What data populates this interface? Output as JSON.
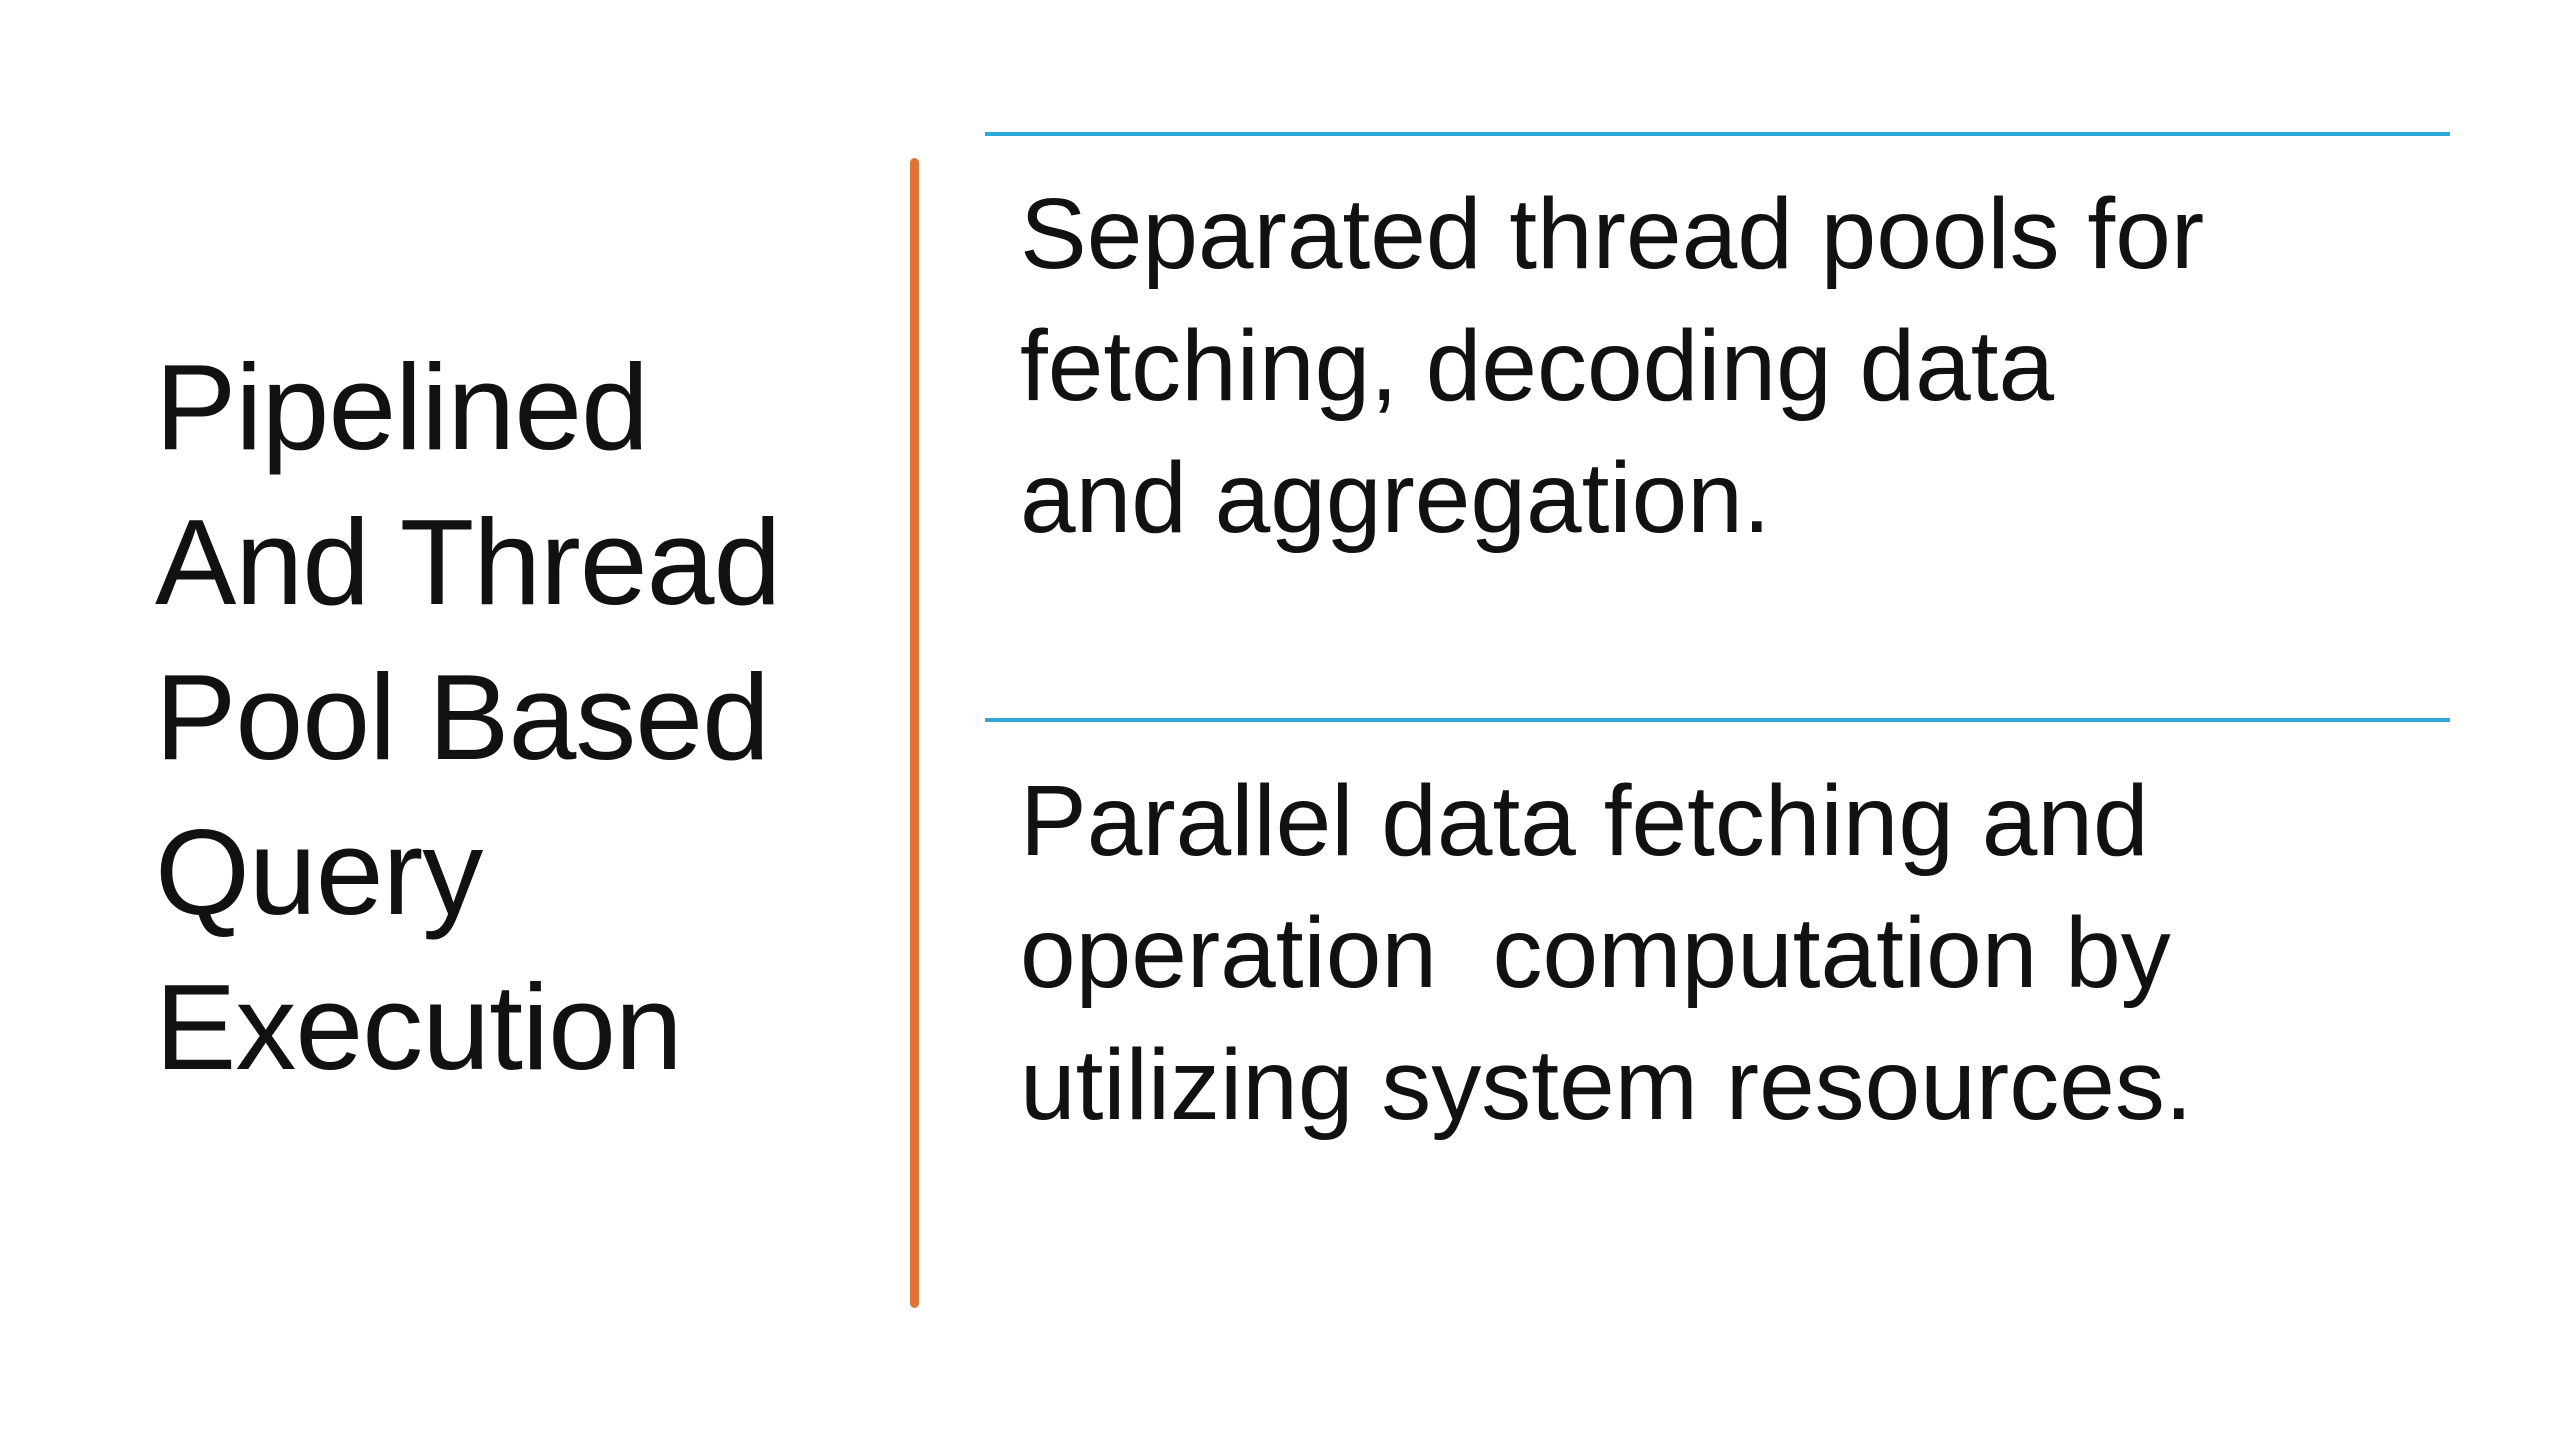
{
  "title_lines": [
    "Pipelined",
    "And Thread",
    "Pool Based",
    "Query",
    "Execution"
  ],
  "points": [
    {
      "lines": [
        "Separated thread pools for",
        "fetching, decoding data",
        "and aggregation."
      ]
    },
    {
      "lines": [
        "Parallel data fetching and",
        "operation  computation by",
        "utilizing system resources."
      ]
    }
  ],
  "colors": {
    "divider": "#E07338",
    "rule": "#2EA8D8",
    "text": "#111111",
    "background": "#FFFFFF"
  }
}
